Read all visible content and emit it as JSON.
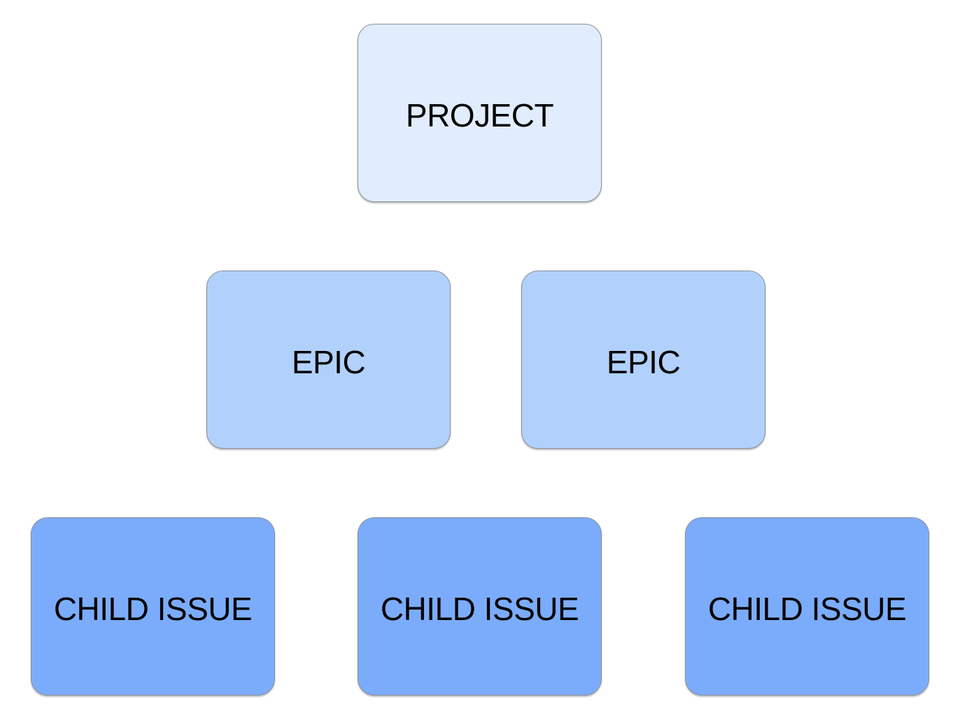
{
  "diagram": {
    "type": "hierarchy",
    "colors": {
      "project": "#e1edfd",
      "epic": "#b1d1fc",
      "child": "#7bacfb",
      "border": "#8a8f99",
      "text": "#000000"
    },
    "levels": [
      {
        "name": "project",
        "nodes": [
          {
            "label": "PROJECT"
          }
        ]
      },
      {
        "name": "epic",
        "nodes": [
          {
            "label": "EPIC"
          },
          {
            "label": "EPIC"
          }
        ]
      },
      {
        "name": "child",
        "nodes": [
          {
            "label": "CHILD ISSUE"
          },
          {
            "label": "CHILD ISSUE"
          },
          {
            "label": "CHILD ISSUE"
          }
        ]
      }
    ]
  }
}
